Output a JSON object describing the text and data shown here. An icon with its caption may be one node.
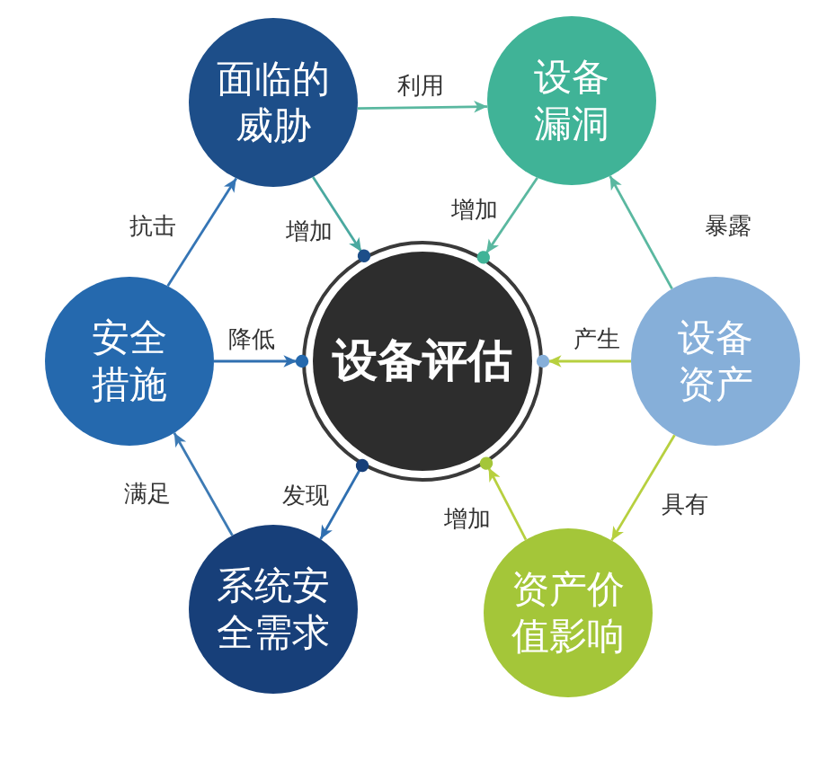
{
  "diagram": {
    "nodes": [
      {
        "text": [
          "面临的威胁"
        ]
      },
      {
        "text": [
          "设备漏洞"
        ]
      },
      {
        "text": [
          "安全措施"
        ]
      },
      {
        "text": [
          "设备评估"
        ]
      },
      {
        "text": [
          "设备资产"
        ]
      },
      {
        "text": [
          "系统安全需求"
        ]
      },
      {
        "text": [
          "资产价值影响"
        ]
      }
    ],
    "edges": [
      {
        "from": 0,
        "to": 1,
        "arrow": "to",
        "label": "利用",
        "color": "#5ab8a0"
      },
      {
        "from": 2,
        "to": 0,
        "arrow": "to",
        "label": "抗击",
        "color": "#3575b5"
      },
      {
        "from": 0,
        "to": 3,
        "arrow": "to",
        "label": "增加",
        "color": "#4aa9a0"
      },
      {
        "from": 1,
        "to": 3,
        "arrow": "to",
        "label": "增加",
        "color": "#5ab8a0"
      },
      {
        "from": 4,
        "to": 1,
        "arrow": "to",
        "label": "暴露",
        "color": "#5ab8a0"
      },
      {
        "from": 2,
        "to": 3,
        "arrow": "to",
        "label": "降低",
        "color": "#2f6fb0"
      },
      {
        "from": 4,
        "to": 3,
        "arrow": "to",
        "label": "产生",
        "color": "#b7d03f"
      },
      {
        "from": 5,
        "to": 2,
        "arrow": "to",
        "label": "满足",
        "color": "#3d7ab4"
      },
      {
        "from": 3,
        "to": 5,
        "arrow": "to",
        "label": "发现",
        "color": "#2f6fb0"
      },
      {
        "from": 6,
        "to": 3,
        "arrow": "to",
        "label": "增加",
        "color": "#b7d03f"
      },
      {
        "from": 4,
        "to": 6,
        "arrow": "to",
        "label": "具有",
        "color": "#b7d03f"
      }
    ]
  }
}
